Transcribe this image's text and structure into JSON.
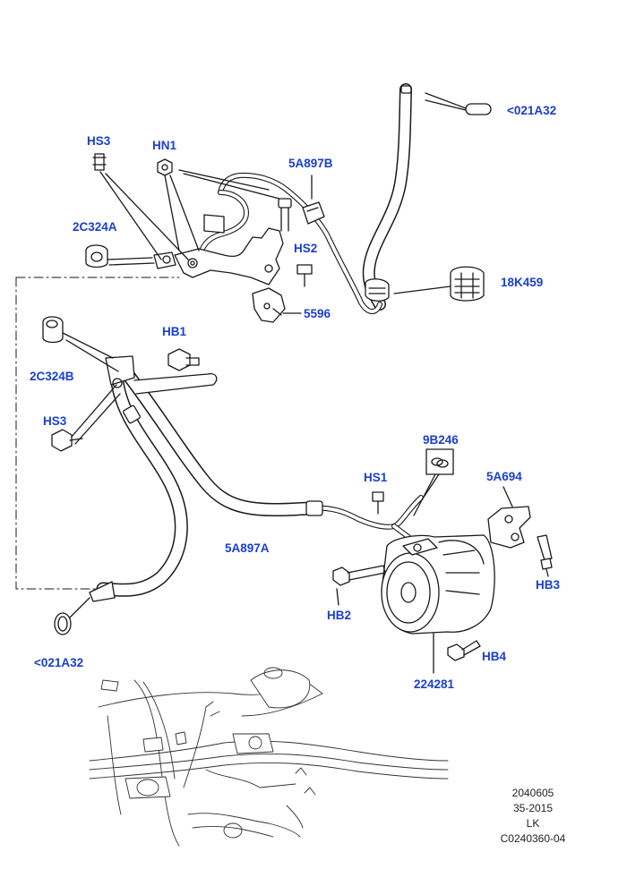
{
  "callouts": {
    "a021a32_top": "<021A32",
    "hs3_top": "HS3",
    "hn1": "HN1",
    "p5a897b": "5A897B",
    "p2c324a": "2C324A",
    "hs2": "HS2",
    "p18k459": "18K459",
    "p5596": "5596",
    "hb1": "HB1",
    "p2c324b": "2C324B",
    "hs3_mid": "HS3",
    "p9b246": "9B246",
    "hs1": "HS1",
    "p5a694": "5A694",
    "p5a897a": "5A897A",
    "hb3": "HB3",
    "hb2": "HB2",
    "hb4": "HB4",
    "p224281": "224281",
    "a021a32_bottom": "<021A32"
  },
  "reference": {
    "line1": "2040605",
    "line2": "35-2015",
    "line3": "LK",
    "line4": "C0240360-04"
  },
  "colors": {
    "callout": "#1a3fd0",
    "linework": "#1a1a1a",
    "background": "#ffffff"
  }
}
